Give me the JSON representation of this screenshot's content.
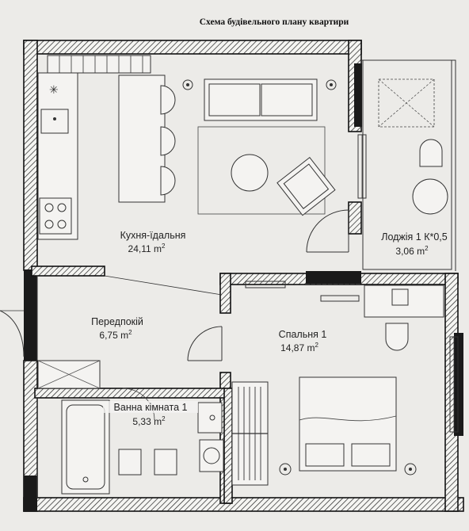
{
  "title": "Схема будівельного плану квартири",
  "rooms": [
    {
      "name": "Кухня-їдальня",
      "area": "24,11 m",
      "unit_sup": "2"
    },
    {
      "name": "Лоджія 1 К*0,5",
      "area": "3,06 m",
      "unit_sup": "2"
    },
    {
      "name": "Передпокій",
      "area": "6,75 m",
      "unit_sup": "2"
    },
    {
      "name": "Спальня 1",
      "area": "14,87 m",
      "unit_sup": "2"
    },
    {
      "name": "Ванна кімната 1",
      "area": "5,33 m",
      "unit_sup": "2"
    }
  ]
}
